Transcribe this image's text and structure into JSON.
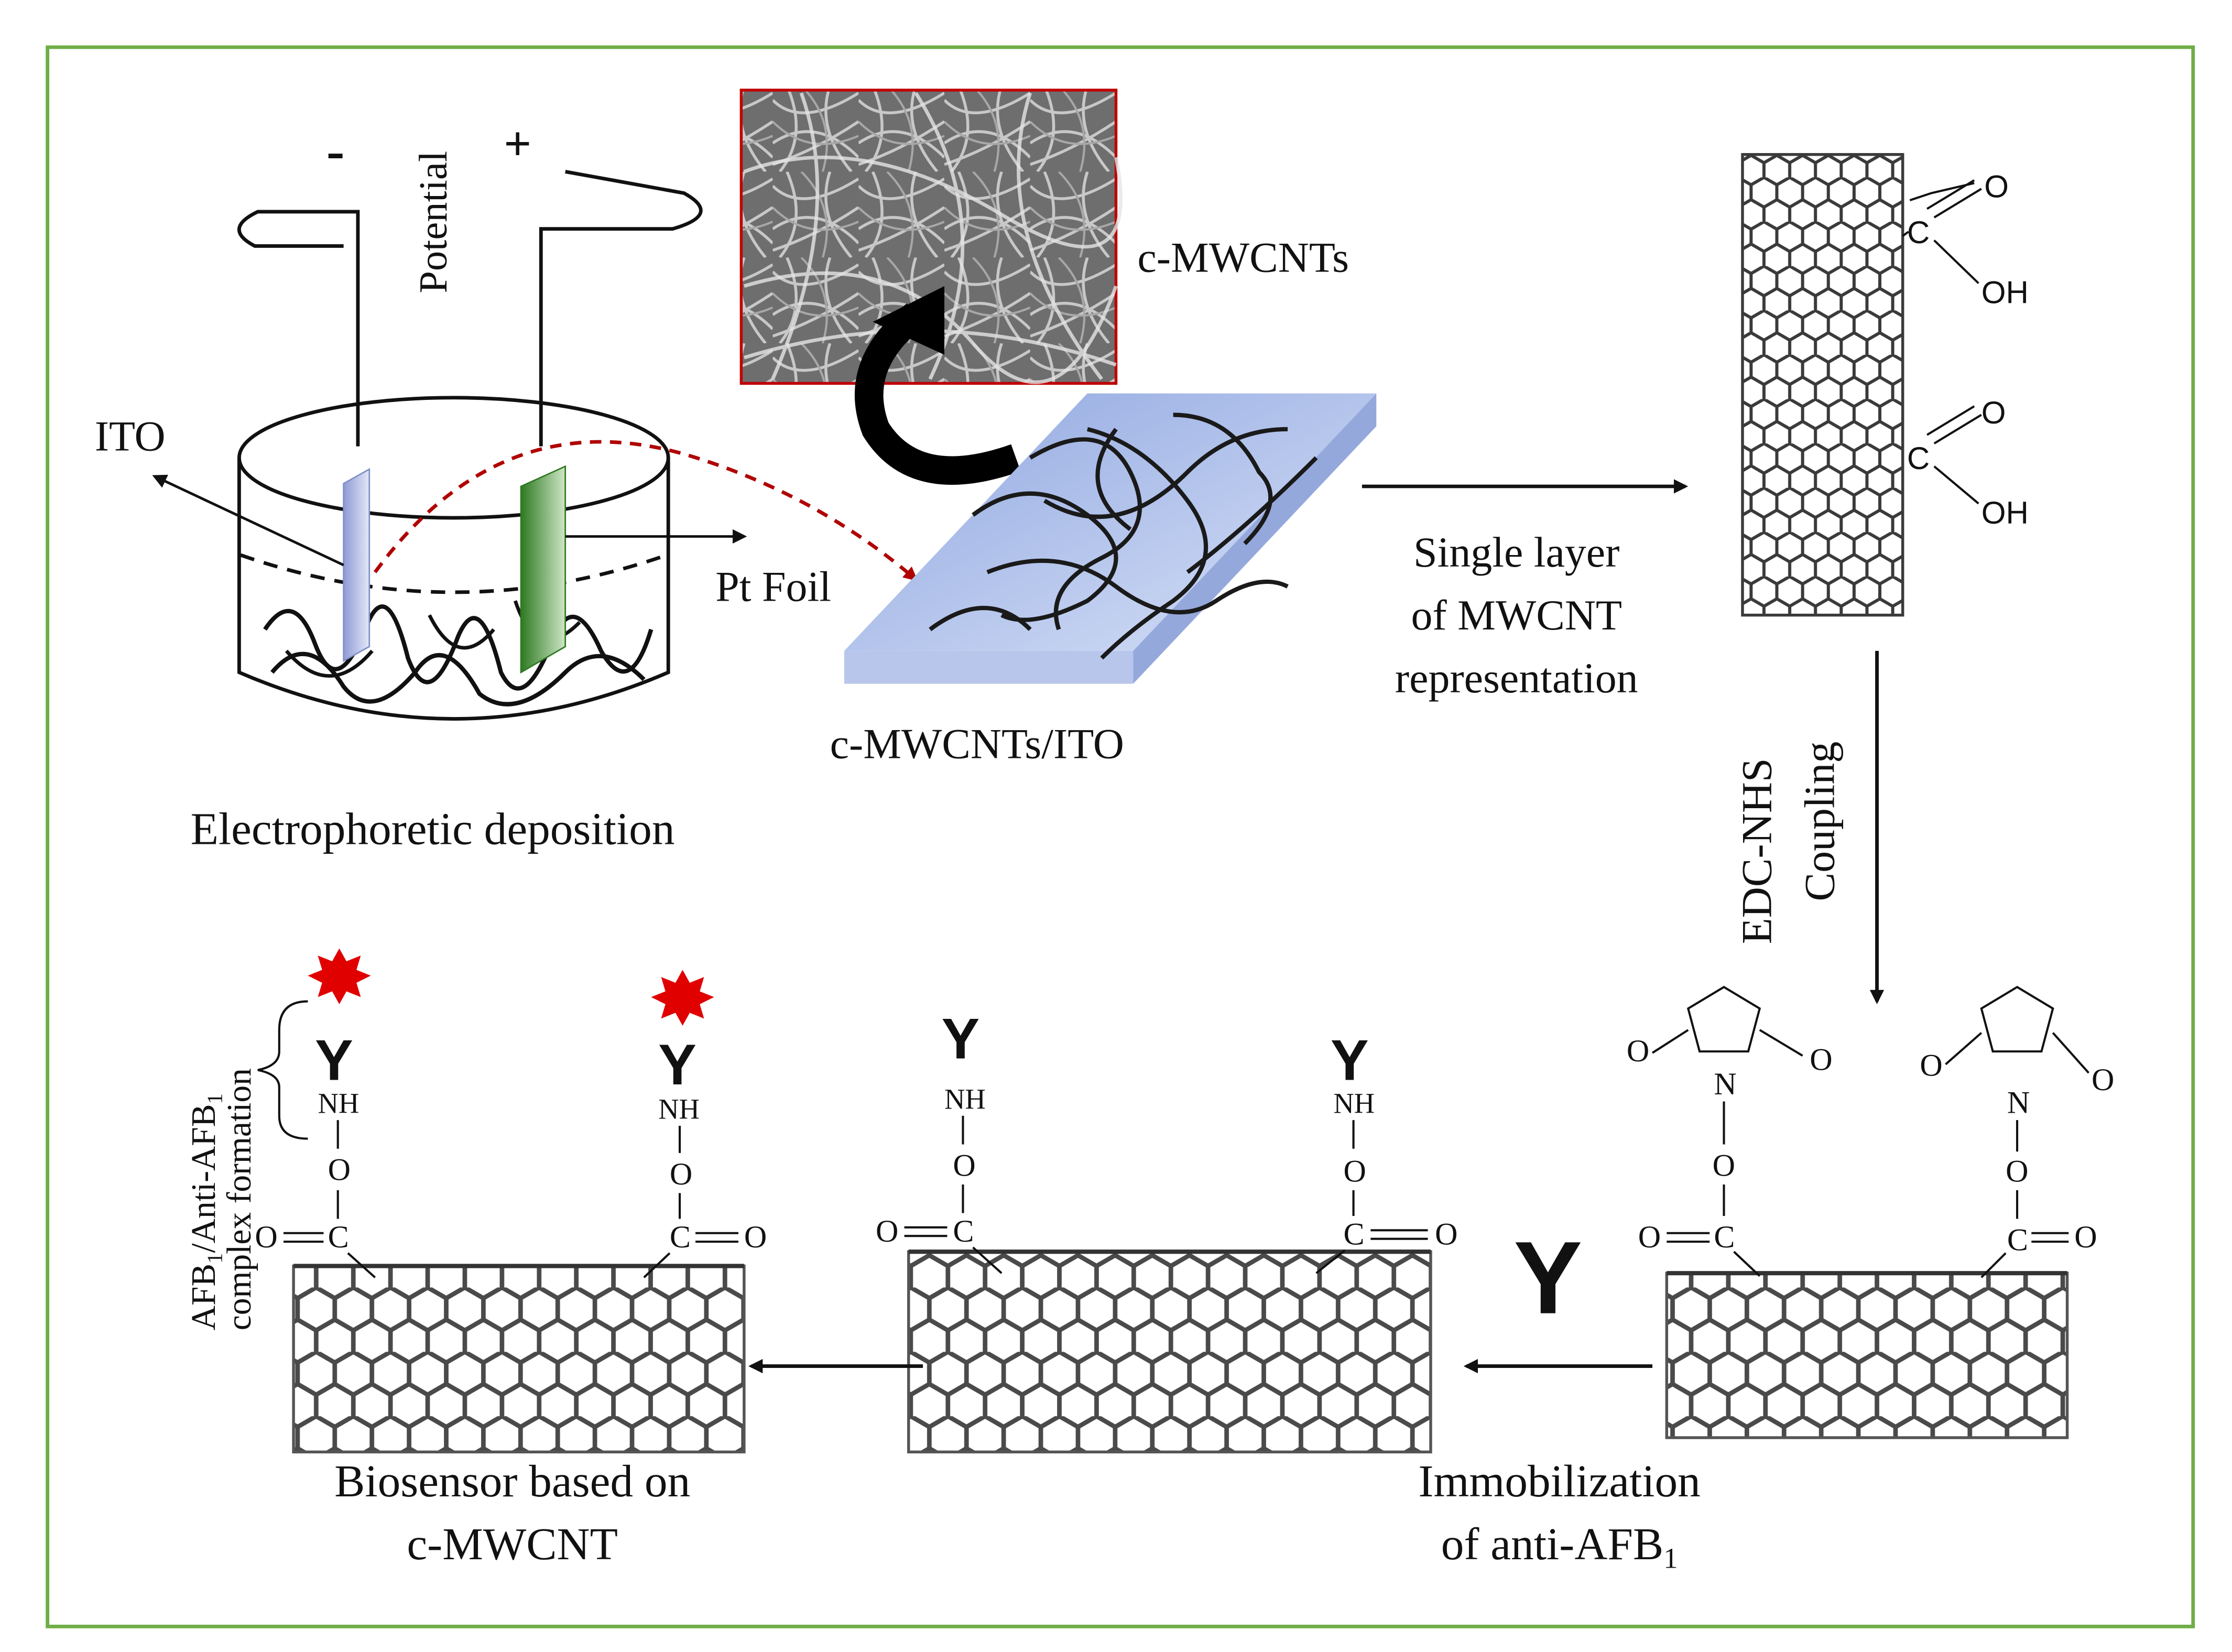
{
  "labels": {
    "potential": "Potential",
    "minus": "-",
    "plus": "+",
    "ito": "ITO",
    "pt_foil": "Pt Foil",
    "electrophoretic": "Electrophoretic deposition",
    "cmwcnts_sem": "c-MWCNTs",
    "cmwcnts_ito": "c-MWCNTs/ITO",
    "single_layer_1": "Single layer",
    "single_layer_2": "of MWCNT",
    "single_layer_3": "representation",
    "edc_1": "EDC-NHS",
    "edc_2": "Coupling",
    "immob_1": "Immobilization",
    "immob_2": "of anti-AFB",
    "immob_2_sub": "1",
    "antibody_symbol": "Y",
    "biosensor_1": "Biosensor based on",
    "biosensor_2": "c-MWCNT",
    "complex_1_a": "AFB",
    "complex_1_sub": "1",
    "complex_1_b": "/Anti-AFB",
    "complex_1_sub2": "1",
    "complex_2": "complex formation"
  },
  "chem": {
    "O": "O",
    "OH": "OH",
    "C": "C",
    "N": "N",
    "NH": "NH"
  },
  "colors": {
    "frame": "#70ad47",
    "ito_glass": "#a8b8e8",
    "pt_foil": "#3a8a2e",
    "sem_border": "#c00000",
    "dashed_arrow": "#b00000",
    "antigen": "#e00000"
  }
}
